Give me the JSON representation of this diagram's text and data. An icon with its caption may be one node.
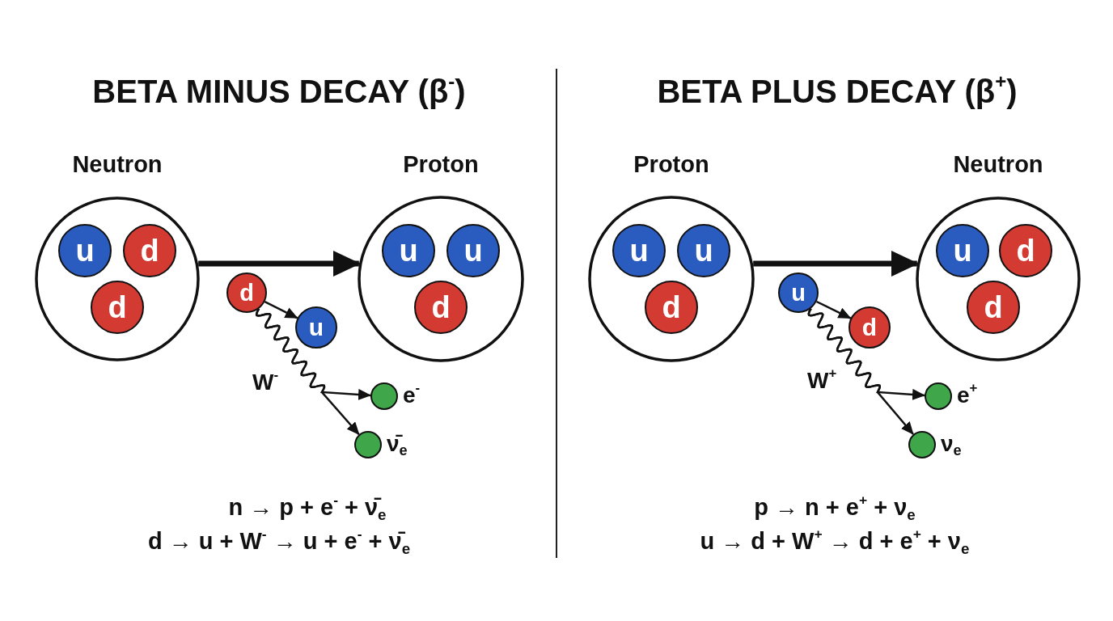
{
  "diagram": {
    "nodes": [
      {
        "text": [
          "Neutron"
        ]
      },
      {
        "text": [
          "u"
        ],
        "in": 0
      },
      {
        "text": [
          "d"
        ],
        "in": 0
      },
      {
        "text": [
          "d"
        ],
        "in": 0
      },
      {
        "text": [
          "Proton"
        ]
      },
      {
        "text": [
          "u"
        ],
        "in": 4
      },
      {
        "text": [
          "u"
        ],
        "in": 4
      },
      {
        "text": [
          "d"
        ],
        "in": 4
      },
      {
        "text": [
          "d"
        ]
      },
      {
        "text": [
          "u"
        ]
      },
      {
        "text": [],
        "shape": "circle",
        "beside": [
          "e$^{-}$"
        ]
      },
      {
        "text": [],
        "shape": "circle",
        "beside": [
          "ν̄$_{e}$"
        ]
      },
      {
        "text": [
          "Proton"
        ]
      },
      {
        "text": [
          "u"
        ],
        "in": 12
      },
      {
        "text": [
          "u"
        ],
        "in": 12
      },
      {
        "text": [
          "d"
        ],
        "in": 12
      },
      {
        "text": [
          "Neutron"
        ]
      },
      {
        "text": [
          "u"
        ],
        "in": 16
      },
      {
        "text": [
          "d"
        ],
        "in": 16
      },
      {
        "text": [
          "d"
        ],
        "in": 16
      },
      {
        "text": [
          "u"
        ]
      },
      {
        "text": [
          "d"
        ]
      },
      {
        "text": [],
        "shape": "circle",
        "beside": [
          "e$^{+}$"
        ]
      },
      {
        "text": [],
        "shape": "circle",
        "beside": [
          "ν$_{e}$"
        ]
      }
    ],
    "edges": [
      {
        "from": 0,
        "to": 4,
        "arrow": "to",
        "style": "thick"
      },
      {
        "from": 8,
        "to": 9,
        "arrow": "to"
      },
      {
        "from": 8,
        "to": 10,
        "arrow": "to",
        "label": "W$^{-}$"
      },
      {
        "from": 8,
        "to": 11,
        "arrow": "to"
      },
      {
        "from": 12,
        "to": 16,
        "arrow": "to",
        "style": "thick"
      },
      {
        "from": 20,
        "to": 21,
        "arrow": "to"
      },
      {
        "from": 20,
        "to": 22,
        "arrow": "to",
        "label": "W$^{+}$"
      },
      {
        "from": 20,
        "to": 23,
        "arrow": "to"
      }
    ],
    "labels": [
      "BETA MINUS DECAY (β$^{-}$)",
      "BETA PLUS DECAY (β$^{+}$)",
      "n → p + e$^{-}$ + ν̄$_{e}$",
      "p → n + e$^{+}$ + ν$_{e}$",
      "d → u + W$^{-}$ → u + e$^{-}$ + ν̄$_{e}$",
      "u → d + W$^{+}$ → d + e$^{+}$ + ν$_{e}$"
    ]
  }
}
